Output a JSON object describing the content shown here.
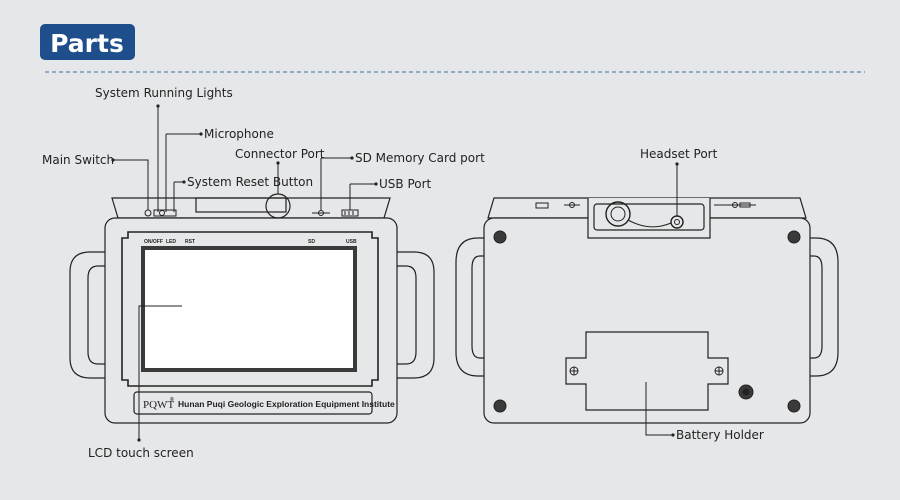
{
  "header": {
    "title": "Parts"
  },
  "labels": {
    "system_running_lights": "System Running Lights",
    "microphone": "Microphone",
    "main_switch": "Main Switch",
    "connector_port": "Connector Port",
    "sd_memory_card_port": "SD Memory Card port",
    "system_reset_button": "System Reset Button",
    "usb_port": "USB Port",
    "headset_port": "Headset Port",
    "lcd_touch_screen": "LCD touch screen",
    "battery_holder": "Battery Holder"
  },
  "device_front": {
    "onoff": "ON/OFF",
    "led": "LED",
    "rst": "RST",
    "sd": "SD",
    "usb": "USB",
    "brand": "PQWT",
    "registered": "®",
    "institute": "Hunan Puqi Geologic Exploration Equipment Institute"
  },
  "colors": {
    "background": "#e6e7e9",
    "title_badge": "#1f4e8c",
    "dashed_rule": "#3a6fb0",
    "line": "#222222",
    "screen_border": "#3a3a3a"
  }
}
